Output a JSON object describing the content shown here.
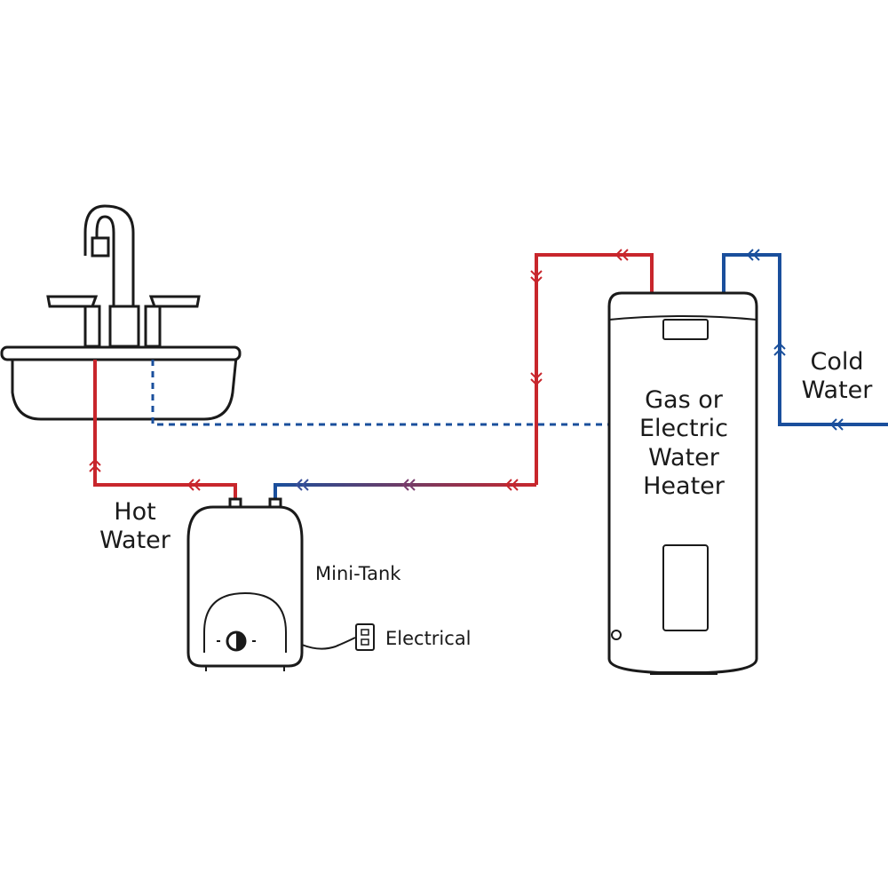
{
  "colors": {
    "hot": "#c8262c",
    "cold": "#1a4f9c",
    "outline": "#1a1a1a"
  },
  "labels": {
    "hot_water": [
      "Hot",
      "Water"
    ],
    "mini_tank": "Mini-Tank",
    "electrical": "Electrical",
    "water_heater": [
      "Gas or",
      "Electric",
      "Water",
      "Heater"
    ],
    "cold_water": [
      "Cold",
      "Water"
    ]
  }
}
